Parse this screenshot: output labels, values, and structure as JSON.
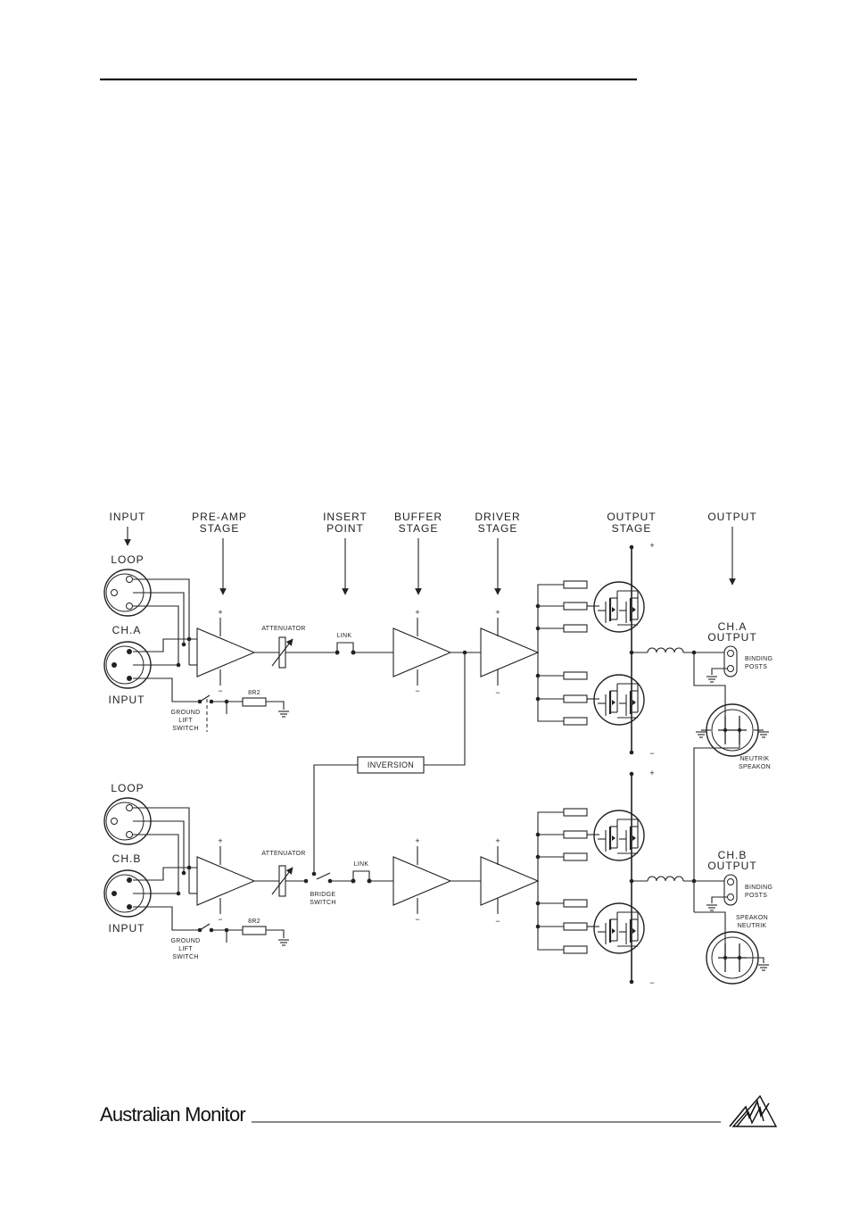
{
  "header_rule": true,
  "diagram": {
    "stage_labels": {
      "input_1": "INPUT",
      "preamp_1": "PRE-AMP",
      "preamp_2": "STAGE",
      "insert_1": "INSERT",
      "insert_2": "POINT",
      "buffer_1": "BUFFER",
      "buffer_2": "STAGE",
      "driver_1": "DRIVER",
      "driver_2": "STAGE",
      "outstage_1": "OUTPUT",
      "outstage_2": "STAGE",
      "output": "OUTPUT"
    },
    "channel_a": {
      "loop": "LOOP",
      "channel": "CH.A",
      "input": "INPUT",
      "attenuator": "ATTENUATOR",
      "link": "LINK",
      "resistor": "8R2",
      "ground_lift_1": "GROUND",
      "ground_lift_2": "LIFT",
      "ground_lift_3": "SWITCH",
      "output_1": "CH.A",
      "output_2": "OUTPUT",
      "binding_1": "BINDING",
      "binding_2": "POSTS",
      "speakon_1": "NEUTRIK",
      "speakon_2": "SPEAKON"
    },
    "inversion": "INVERSION",
    "channel_b": {
      "loop": "LOOP",
      "channel": "CH.B",
      "input": "INPUT",
      "attenuator": "ATTENUATOR",
      "link": "LINK",
      "bridge_1": "BRIDGE",
      "bridge_2": "SWITCH",
      "resistor": "8R2",
      "ground_lift_1": "GROUND",
      "ground_lift_2": "LIFT",
      "ground_lift_3": "SWITCH",
      "output_1": "CH.B",
      "output_2": "OUTPUT",
      "binding_1": "BINDING",
      "binding_2": "POSTS",
      "speakon_1": "SPEAKON",
      "speakon_2": "NEUTRIK"
    },
    "plus": "+",
    "minus": "−"
  },
  "footer": {
    "brand": "Australian Monitor",
    "logo_icon": "australian-monitor-logo-icon"
  }
}
